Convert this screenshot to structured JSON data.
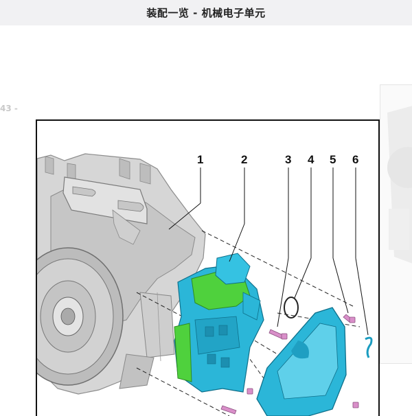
{
  "header": {
    "title": "装配一览 - 机械电子单元"
  },
  "sidebar_label": "43 -",
  "figure": {
    "callouts": [
      {
        "id": "1",
        "label": "1"
      },
      {
        "id": "2",
        "label": "2"
      },
      {
        "id": "3",
        "label": "3"
      },
      {
        "id": "4",
        "label": "4"
      },
      {
        "id": "5",
        "label": "5"
      },
      {
        "id": "6",
        "label": "6"
      }
    ]
  },
  "colors": {
    "header_bg": "#f1f1f3",
    "part_blue": "#2bb6d8",
    "part_green": "#4fd13d",
    "screw_pink": "#d98fc9",
    "housing_gray": "#c9c9c9"
  }
}
